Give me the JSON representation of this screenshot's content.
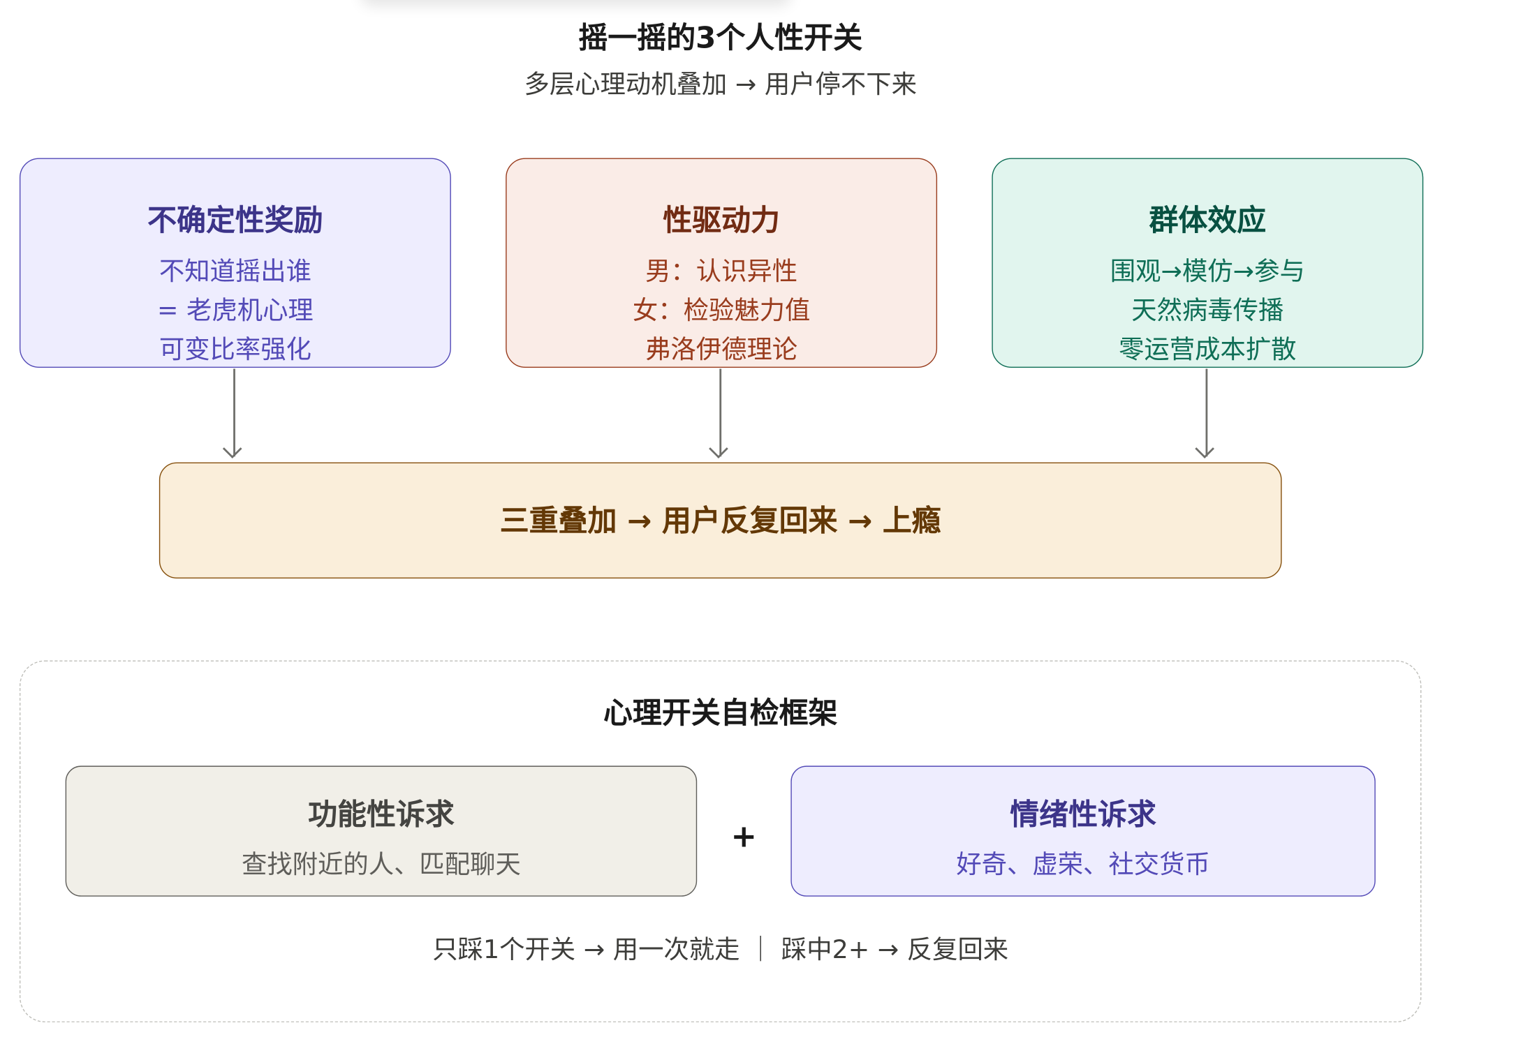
{
  "header": {
    "title": "摇一摇的3个人性开关",
    "subtitle": "多层心理动机叠加 → 用户停不下来"
  },
  "cards": [
    {
      "title": "不确定性奖励",
      "lines": [
        "不知道摇出谁",
        "= 老虎机心理",
        "可变比率强化"
      ],
      "fill": "#EEEDFE",
      "stroke": "#534AB7",
      "title_color": "#3C3489",
      "text_color": "#534AB7"
    },
    {
      "title": "性驱动力",
      "lines": [
        "男：认识异性",
        "女：检验魅力值",
        "弗洛伊德理论"
      ],
      "fill": "#FAECE7",
      "stroke": "#993C1D",
      "title_color": "#712B13",
      "text_color": "#993C1D"
    },
    {
      "title": "群体效应",
      "lines": [
        "围观→模仿→参与",
        "天然病毒传播",
        "零运营成本扩散"
      ],
      "fill": "#E1F5EE",
      "stroke": "#0F6E56",
      "title_color": "#085041",
      "text_color": "#0F6E56"
    }
  ],
  "result": {
    "text": "三重叠加 → 用户反复回来 → 上瘾",
    "fill": "#FAEEDA",
    "stroke": "#854F0B",
    "text_color": "#633806"
  },
  "framework": {
    "title": "心理开关自检框架",
    "left": {
      "title": "功能性诉求",
      "text": "查找附近的人、匹配聊天"
    },
    "plus": "+",
    "right": {
      "title": "情绪性诉求",
      "text": "好奇、虚荣、社交货币"
    },
    "footer": "只踩1个开关 → 用一次就走 ｜ 踩中2+ → 反复回来"
  }
}
